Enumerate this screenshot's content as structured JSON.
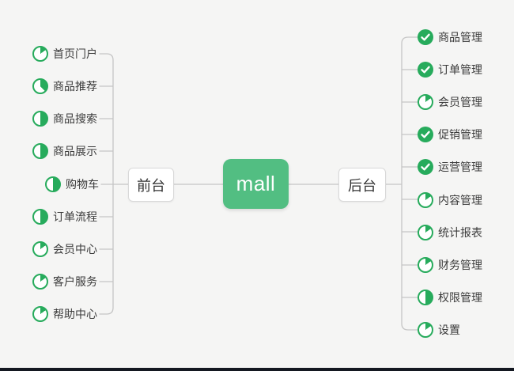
{
  "title": "mall mindmap",
  "colors": {
    "background": "#f5f5f4",
    "center_node_green": "#52be82",
    "icon_green": "#27ab5c",
    "connector_gray": "#c5c5c5",
    "node_border_gray": "#d9d9d9",
    "text_dark": "#3b3b3b",
    "bottom_edge_dark": "#141821"
  },
  "icons": {
    "done": "check-circle-icon",
    "progress": "pie-progress-icon"
  },
  "nodes": {
    "center": {
      "label": "mall"
    },
    "left_branch": {
      "label": "前台"
    },
    "right_branch": {
      "label": "后台"
    }
  },
  "left_items": [
    {
      "label": "首页门户",
      "icon": "pie",
      "percent": 15
    },
    {
      "label": "商品推荐",
      "icon": "pie",
      "percent": 38
    },
    {
      "label": "商品搜索",
      "icon": "pie",
      "percent": 50
    },
    {
      "label": "商品展示",
      "icon": "pie",
      "percent": 50
    },
    {
      "label": "购物车",
      "icon": "pie",
      "percent": 50,
      "indent": true
    },
    {
      "label": "订单流程",
      "icon": "pie",
      "percent": 50
    },
    {
      "label": "会员中心",
      "icon": "pie",
      "percent": 15
    },
    {
      "label": "客户服务",
      "icon": "pie",
      "percent": 15
    },
    {
      "label": "帮助中心",
      "icon": "pie",
      "percent": 15
    }
  ],
  "right_items": [
    {
      "label": "商品管理",
      "icon": "check"
    },
    {
      "label": "订单管理",
      "icon": "check"
    },
    {
      "label": "会员管理",
      "icon": "pie",
      "percent": 15
    },
    {
      "label": "促销管理",
      "icon": "check"
    },
    {
      "label": "运营管理",
      "icon": "check"
    },
    {
      "label": "内容管理",
      "icon": "pie",
      "percent": 15
    },
    {
      "label": "统计报表",
      "icon": "pie",
      "percent": 15
    },
    {
      "label": "财务管理",
      "icon": "pie",
      "percent": 15
    },
    {
      "label": "权限管理",
      "icon": "pie",
      "percent": 50
    },
    {
      "label": "设置",
      "icon": "pie",
      "percent": 15
    }
  ]
}
